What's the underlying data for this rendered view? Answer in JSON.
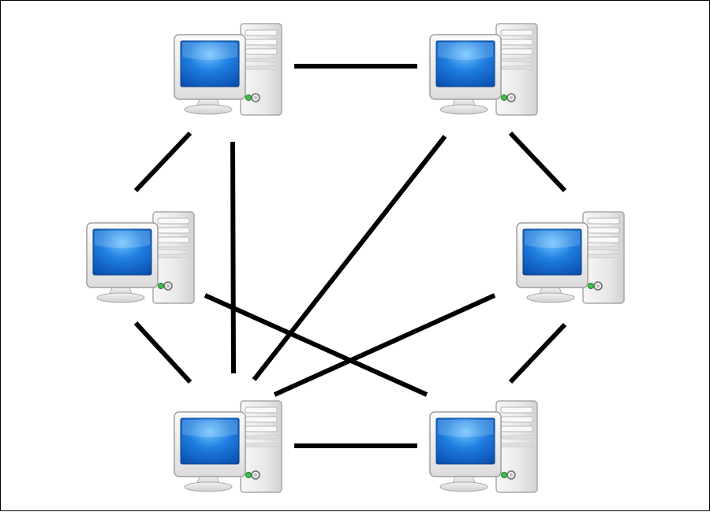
{
  "diagram": {
    "type": "network-topology",
    "nodes": [
      {
        "id": "computer-top-left",
        "icon": "desktop-computer-icon"
      },
      {
        "id": "computer-top-right",
        "icon": "desktop-computer-icon"
      },
      {
        "id": "computer-middle-left",
        "icon": "desktop-computer-icon"
      },
      {
        "id": "computer-middle-right",
        "icon": "desktop-computer-icon"
      },
      {
        "id": "computer-bottom-left",
        "icon": "desktop-computer-icon"
      },
      {
        "id": "computer-bottom-right",
        "icon": "desktop-computer-icon"
      }
    ],
    "links": [
      {
        "from": "computer-top-left",
        "to": "computer-top-right"
      },
      {
        "from": "computer-top-left",
        "to": "computer-middle-left"
      },
      {
        "from": "computer-top-left",
        "to": "computer-bottom-left"
      },
      {
        "from": "computer-top-right",
        "to": "computer-middle-right"
      },
      {
        "from": "computer-top-right",
        "to": "computer-bottom-left"
      },
      {
        "from": "computer-middle-left",
        "to": "computer-bottom-left"
      },
      {
        "from": "computer-middle-left",
        "to": "computer-bottom-right"
      },
      {
        "from": "computer-middle-right",
        "to": "computer-bottom-left"
      },
      {
        "from": "computer-middle-right",
        "to": "computer-bottom-right"
      },
      {
        "from": "computer-bottom-left",
        "to": "computer-bottom-right"
      }
    ],
    "colors": {
      "link": "#000000",
      "screen": "#1a73d9",
      "screen_highlight": "#4fb0ff",
      "case": "#ececec",
      "case_edge": "#9a9a9a",
      "background": "#ffffff",
      "frame": "#000000"
    }
  }
}
